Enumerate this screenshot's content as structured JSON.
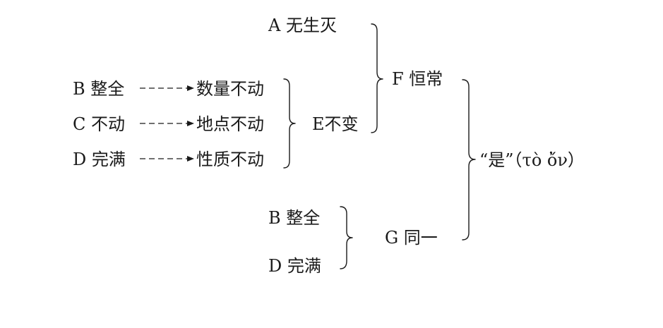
{
  "nodes": {
    "a": "A  无生灭",
    "b_left": "B 整全",
    "c_left": "C 不动",
    "d_left": "D 完满",
    "qty": "数量不动",
    "place": "地点不动",
    "quality": "性质不动",
    "e": "E不变",
    "f": "F 恒常",
    "b_lower": "B 整全",
    "d_lower": "D 完满",
    "g": "G 同一",
    "being": "“是”（τὸ ὄν）"
  }
}
